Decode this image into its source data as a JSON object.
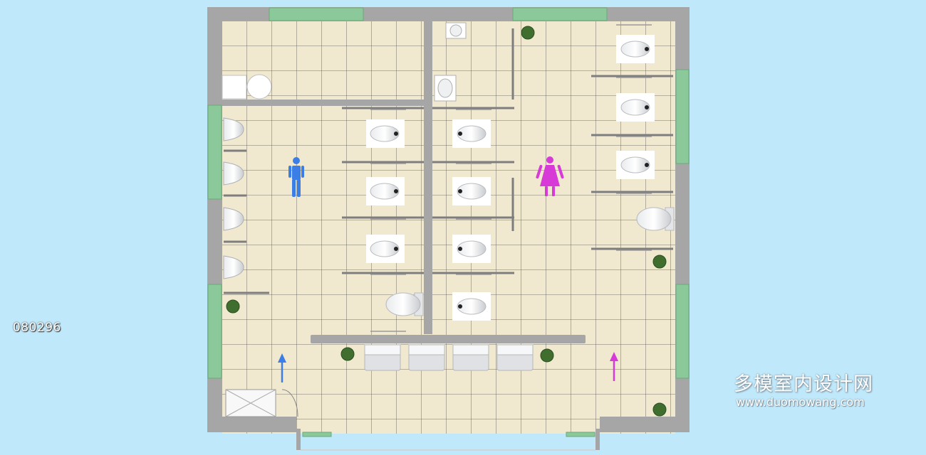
{
  "drawing_code": "080296",
  "watermark": {
    "name": "多模室内设计网",
    "url": "www.duomowang.com"
  },
  "colors": {
    "background": "#bfe8fb",
    "floor": "#f0e8cf",
    "grid": "#505050",
    "wall": "#a6a6a6",
    "window": "#8cc99a",
    "men_symbol": "#3a7ee6",
    "women_symbol": "#d83ad8",
    "plant": "#3f6e2e",
    "fixture": "#ffffff"
  },
  "icons": {
    "men": "male-restroom-icon",
    "women": "female-restroom-icon",
    "entry_arrow": "arrow-up-icon"
  }
}
